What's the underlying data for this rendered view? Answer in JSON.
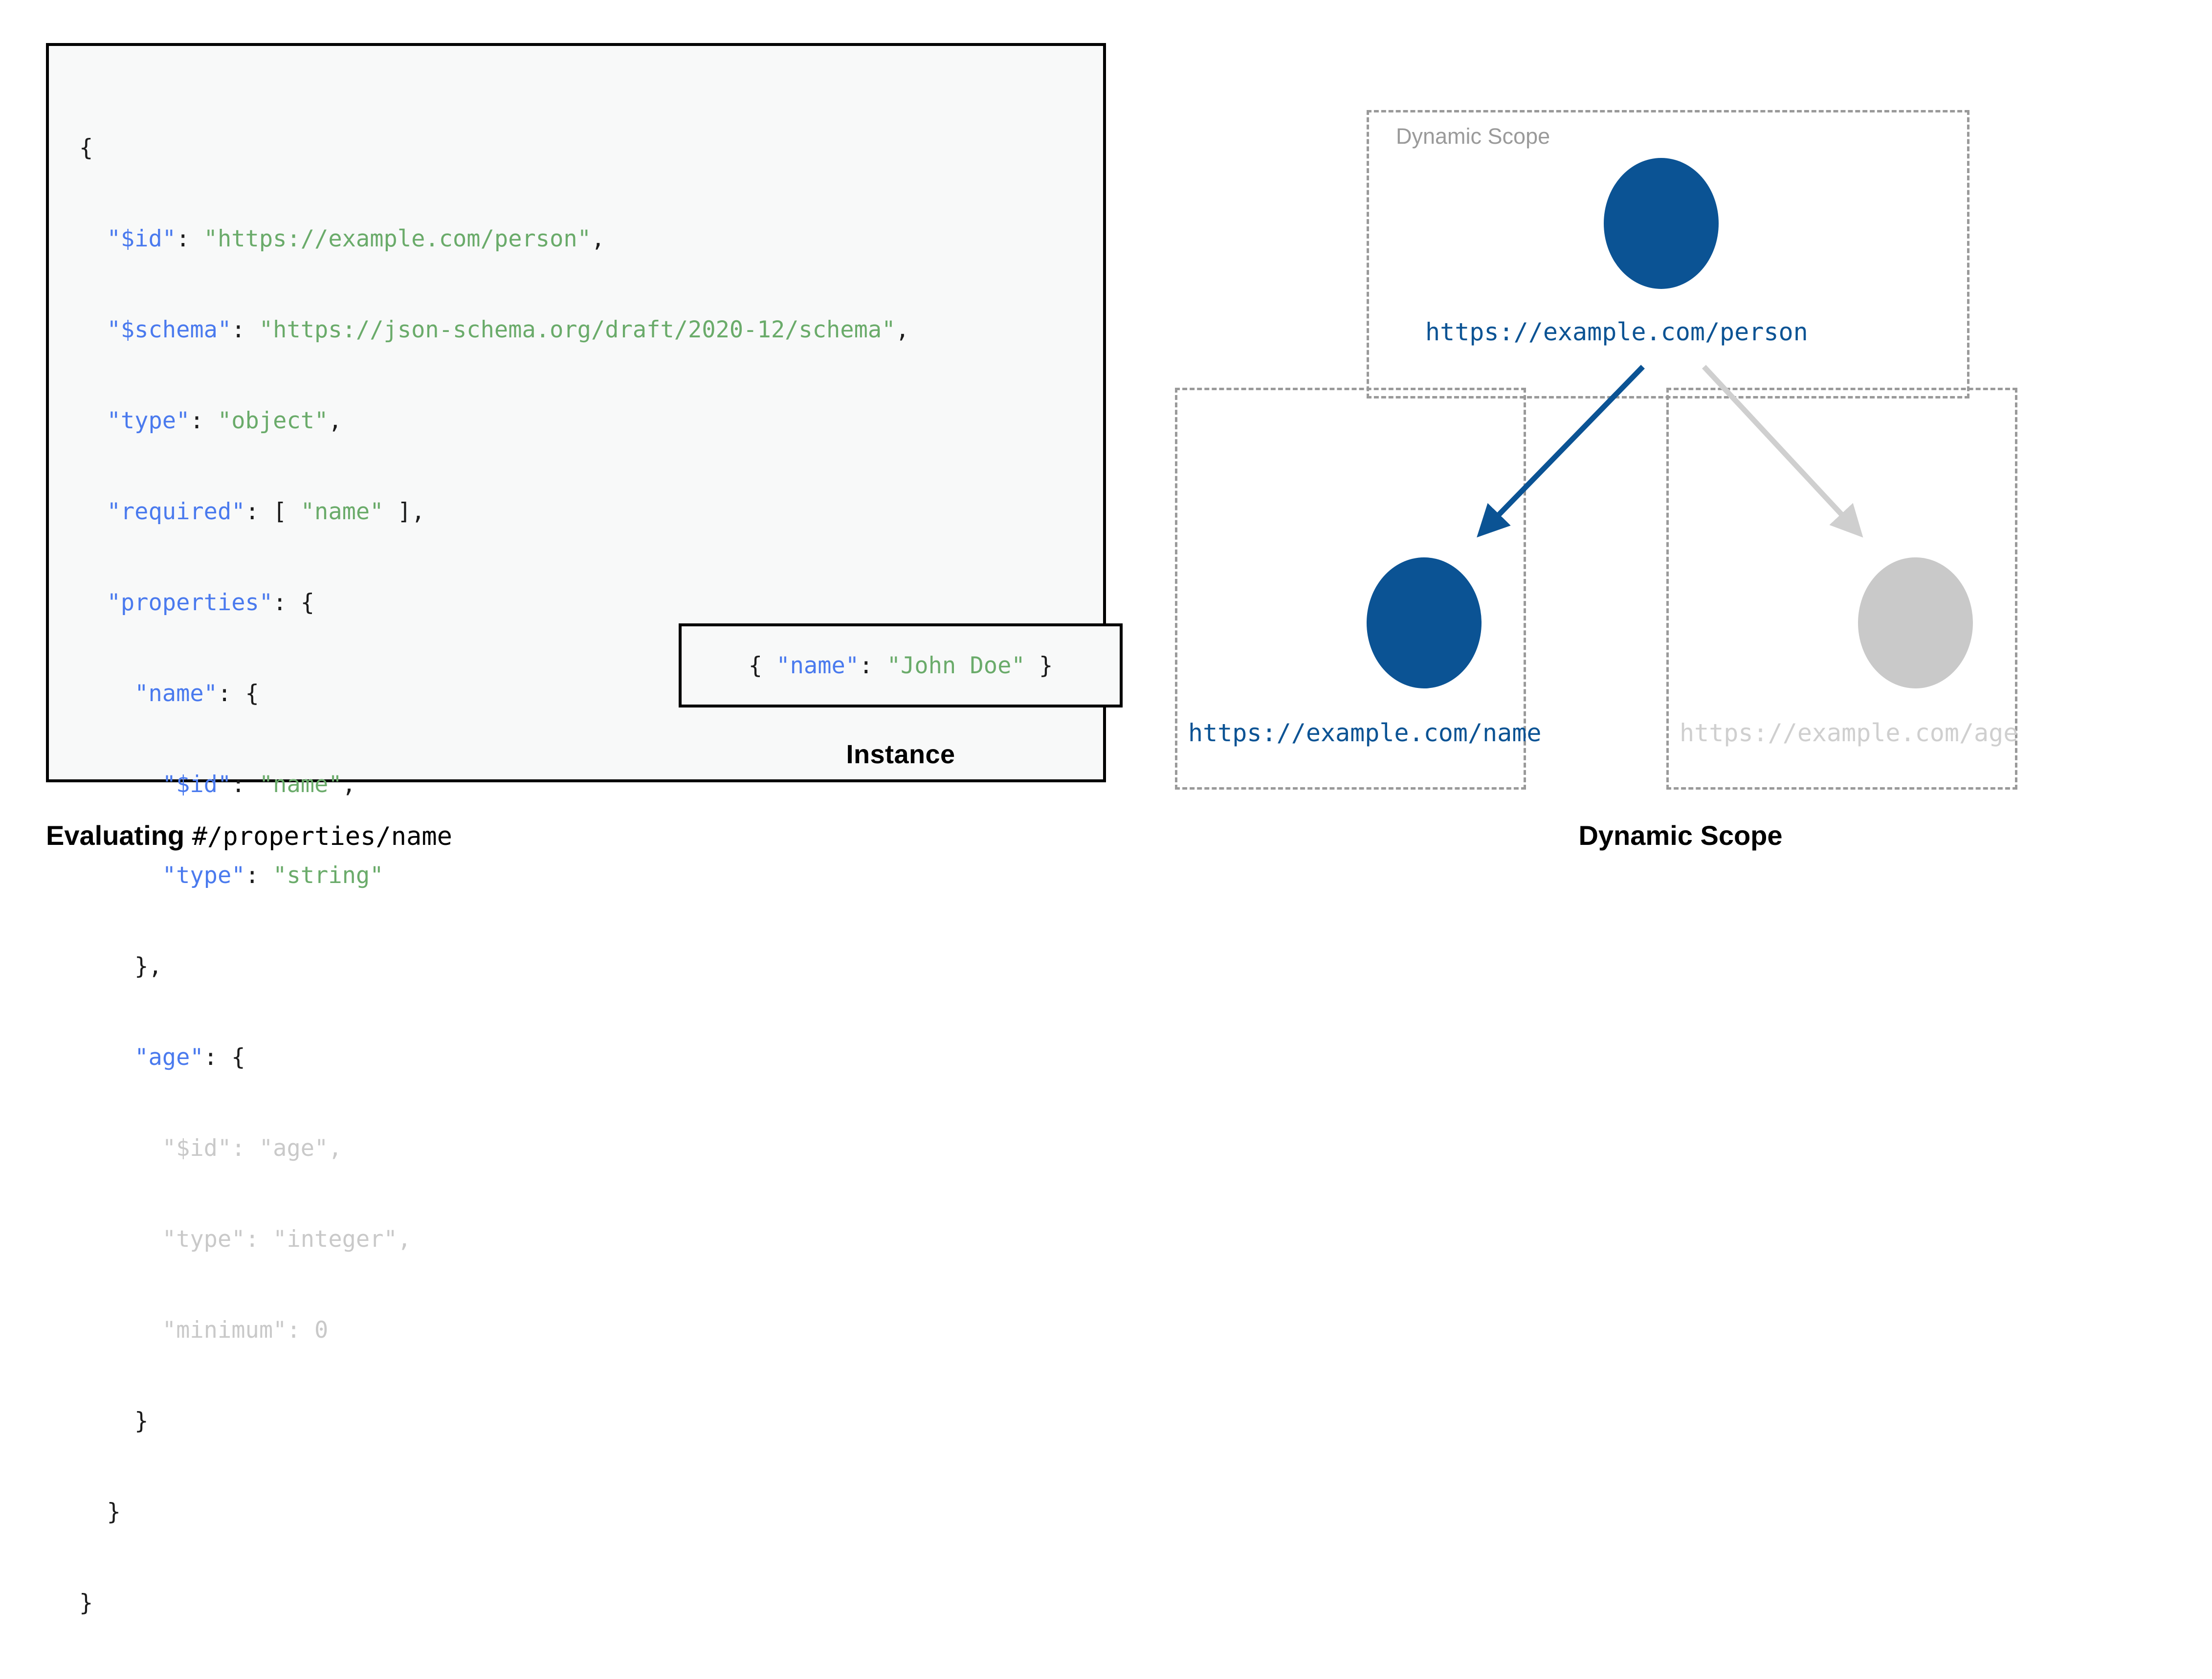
{
  "left_panel": {
    "schema_code_lines": [
      "{",
      "  \"$id\": \"https://example.com/person\",",
      "  \"$schema\": \"https://json-schema.org/draft/2020-12/schema\",",
      "  \"type\": \"object\",",
      "  \"required\": [ \"name\" ],",
      "  \"properties\": {",
      "    \"name\": {",
      "      \"$id\": \"name\",",
      "      \"type\": \"string\"",
      "    },",
      "    \"age\": {",
      "      \"$id\": \"age\",",
      "      \"type\": \"integer\",",
      "      \"minimum\": 0",
      "    }",
      "  }",
      "}"
    ],
    "schema_keys": {
      "id": "$id",
      "schema": "$schema",
      "type": "type",
      "required": "required",
      "properties": "properties",
      "name": "name",
      "age": "age",
      "minimum": "minimum"
    },
    "schema_values": {
      "person_id": "https://example.com/person",
      "schema_uri": "https://json-schema.org/draft/2020-12/schema",
      "root_type": "object",
      "required_item": "name",
      "name_id": "name",
      "name_type": "string",
      "age_id": "age",
      "age_type": "integer",
      "age_minimum": "0"
    },
    "instance": {
      "code": "{ \"name\": \"John Doe\" }",
      "key": "name",
      "value": "John Doe",
      "label": "Instance"
    },
    "caption": {
      "prefix": "Evaluating ",
      "pointer": "#/properties/name"
    }
  },
  "right_panel": {
    "scope_tag": "Dynamic Scope",
    "caption": "Dynamic Scope",
    "nodes": [
      {
        "id": "person",
        "label": "https://example.com/person",
        "state": "active",
        "color": "#0b5394"
      },
      {
        "id": "name",
        "label": "https://example.com/name",
        "state": "active",
        "color": "#0b5394"
      },
      {
        "id": "age",
        "label": "https://example.com/age",
        "state": "inactive",
        "color": "#c9c9c9"
      }
    ],
    "edges": [
      {
        "from": "person",
        "to": "name",
        "state": "active",
        "color": "#0b5394"
      },
      {
        "from": "person",
        "to": "age",
        "state": "inactive",
        "color": "#cfcfcf"
      }
    ],
    "scope_boxes": [
      {
        "id": "scope-top",
        "label": "Dynamic Scope",
        "contains": "person"
      },
      {
        "id": "scope-left",
        "label": "",
        "contains": "name"
      },
      {
        "id": "scope-right",
        "label": "",
        "contains": "age"
      }
    ]
  },
  "colors": {
    "accent_blue": "#0b5394",
    "key_blue": "#4a7aee",
    "string_green": "#6aab6a",
    "muted_grey": "#c9c9c9",
    "dash_grey": "#9a9a9a",
    "panel_bg": "#f8f9f9"
  }
}
